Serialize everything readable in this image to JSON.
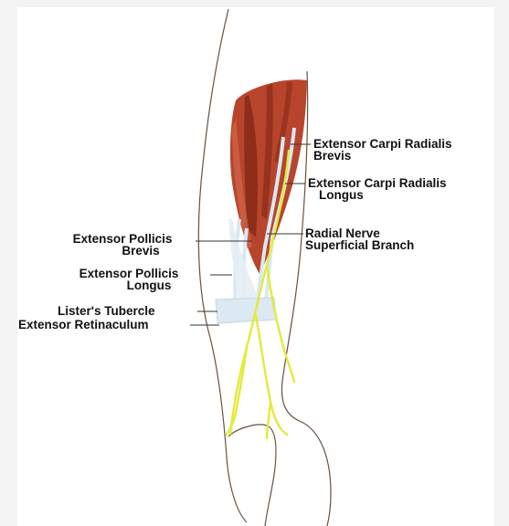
{
  "labels": {
    "ecrb": {
      "line1": "Extensor Carpi Radialis",
      "line2": "Brevis"
    },
    "ecrl": {
      "line1": "Extensor Carpi Radialis",
      "line2": "Longus"
    },
    "radial_nerve": {
      "line1": "Radial Nerve",
      "line2": "Superficial Branch"
    },
    "epb": {
      "line1": "Extensor Pollicis",
      "line2": "Brevis"
    },
    "epl": {
      "line1": "Extensor Pollicis",
      "line2": "Longus"
    },
    "listers_tubercle": "Lister's Tubercle",
    "extensor_retinaculum": "Extensor Retinaculum"
  },
  "colors": {
    "background": "#f3f3f3",
    "panel": "#ffffff",
    "muscle": "#b8452b",
    "muscle_dark": "#7f2616",
    "tendon": "#d9e8f2",
    "retinaculum": "#dbe9f3",
    "nerve": "#e4ea3a",
    "outline": "#6a5040",
    "leader": "#333333"
  }
}
